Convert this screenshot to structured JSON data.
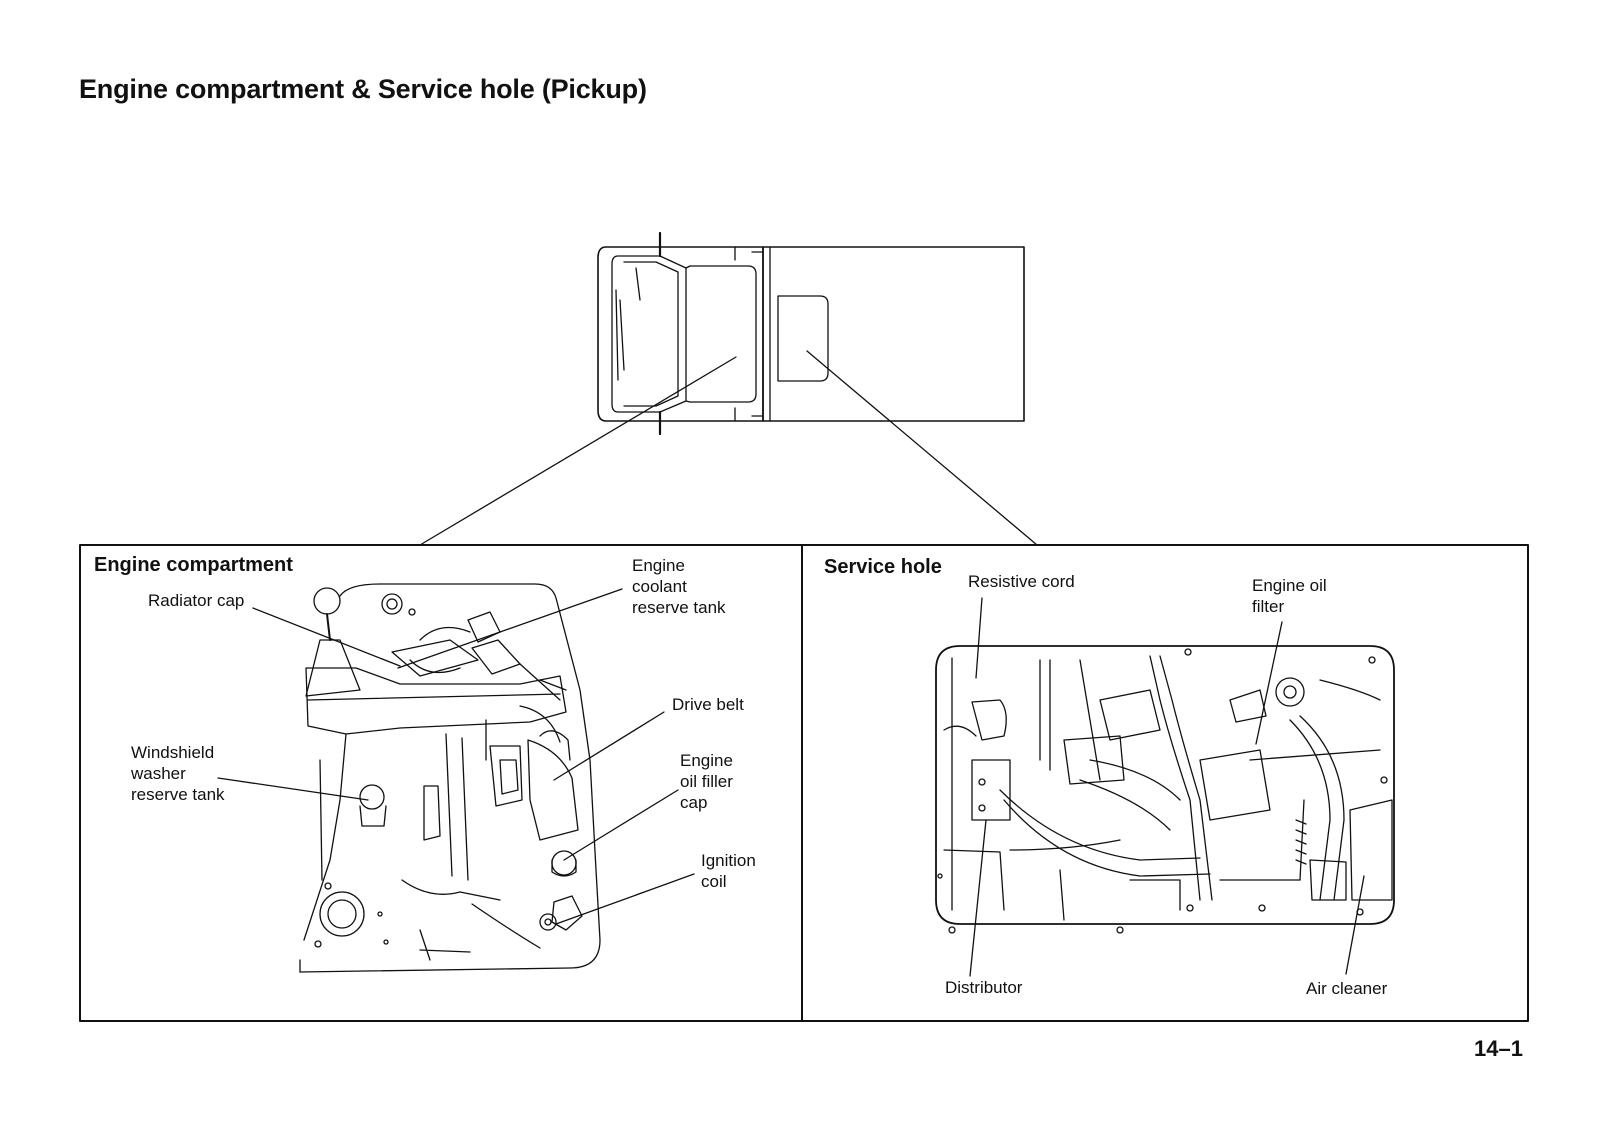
{
  "page": {
    "title": "Engine compartment & Service hole (Pickup)",
    "page_number": "14–1"
  },
  "panels": {
    "engine_compartment": {
      "title": "Engine compartment",
      "labels": {
        "radiator_cap": "Radiator cap",
        "engine_coolant_reserve_tank": "Engine\ncoolant\nreserve tank",
        "drive_belt": "Drive belt",
        "windshield_washer_reserve_tank": "Windshield\nwasher\nreserve tank",
        "engine_oil_filler_cap": "Engine\noil filler\ncap",
        "ignition_coil": "Ignition\ncoil"
      }
    },
    "service_hole": {
      "title": "Service hole",
      "labels": {
        "resistive_cord": "Resistive cord",
        "engine_oil_filter": "Engine oil\nfilter",
        "distributor": "Distributor",
        "air_cleaner": "Air cleaner"
      }
    }
  },
  "colors": {
    "line": "#111111",
    "background": "#ffffff"
  }
}
